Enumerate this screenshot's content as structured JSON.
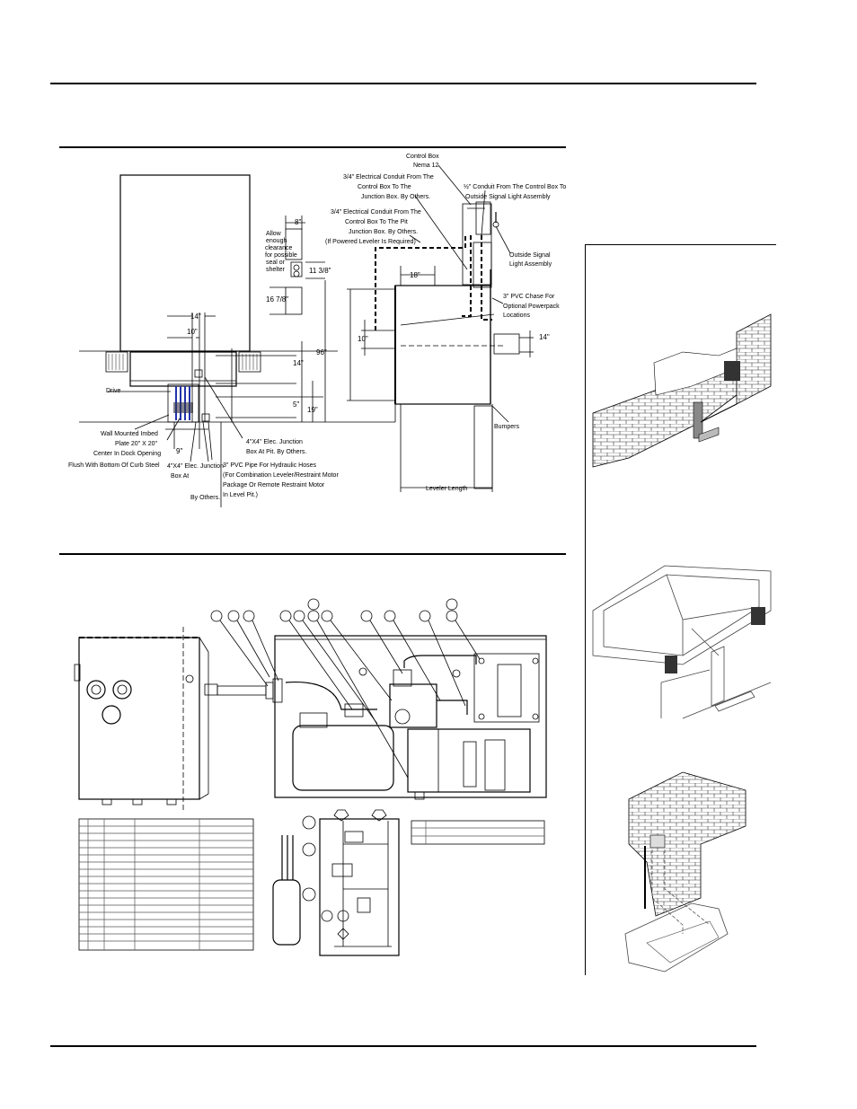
{
  "layout_diagram": {
    "labels": {
      "control_box": "Control Box",
      "nema": "Nema 12",
      "conduit_junction_1": "3/4\" Electrical Conduit From The",
      "conduit_junction_2": "Control Box To The",
      "conduit_junction_3": "Junction Box. By Others.",
      "conduit_signal_1": "½\" Conduit From The Control Box To",
      "conduit_signal_2": "Outside Signal Light Assembly",
      "conduit_pit_1": "3/4\" Electrical Conduit From The",
      "conduit_pit_2": "Control Box To The Pit",
      "conduit_pit_3": "Junction Box. By Others.",
      "conduit_pit_4": "(If Powered Leveler Is Required)",
      "clearance_1": "Allow",
      "clearance_2": "enough",
      "clearance_3": "clearance",
      "clearance_4": "for possible",
      "clearance_5": "seal or",
      "clearance_6": "shelter",
      "signal_1": "Outside Signal",
      "signal_2": "Light Assembly",
      "chase_1": "3\" PVC Chase For",
      "chase_2": "Optional Powerpack",
      "chase_3": "Locations",
      "drive": "Drive",
      "plate_1": "Wall Mounted Imbed",
      "plate_2": "Plate 20\" X 20\"",
      "plate_3": "Center In Dock Opening",
      "plate_4": "Flush With Bottom Of Curb Steel",
      "jbox_pit_1": "4\"X4\" Elec. Junction",
      "jbox_pit_2": "Box At Pit.  By Others.",
      "jbox_1": "4\"X4\" Elec. Junction",
      "jbox_2": "Box At",
      "by_others": "By Others.",
      "pvc_1": "3\" PVC Pipe For Hydraulic Hoses",
      "pvc_2": "(For Combination Leveler/Restraint Motor",
      "pvc_3": "Package Or Remote Restraint Motor",
      "pvc_4": "In Level Pit.)",
      "bumpers": "Bumpers",
      "leveler_length": "Leveler Length"
    },
    "dimensions": {
      "d_8": "8\"",
      "d_11_38": "11 3/8\"",
      "d_16_78": "16 7/8\"",
      "d_14_top": "14\"",
      "d_10_left": "10\"",
      "d_14_left": "14\"",
      "d_96": "96\"",
      "d_5": "5\"",
      "d_19": "19\"",
      "d_9": "9\"",
      "d_18": "18\"",
      "d_10_side": "10\"",
      "d_14_side": "14\""
    }
  },
  "colors": {
    "line": "#000000",
    "hatch": "#555555",
    "wire_blue": "#2233aa"
  }
}
